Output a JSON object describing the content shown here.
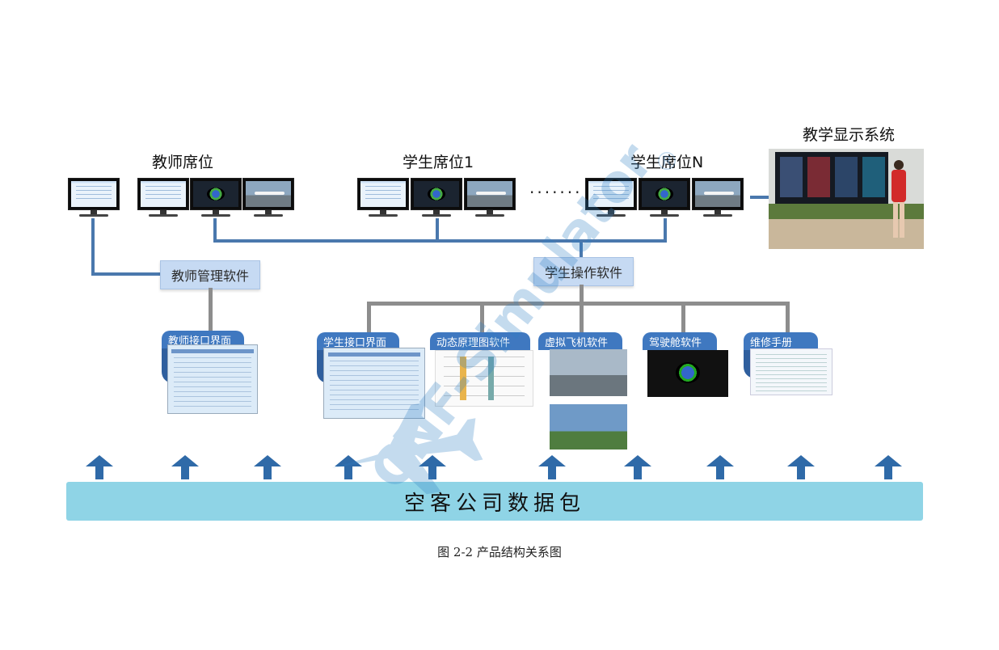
{
  "groups": {
    "teacher": "教师席位",
    "student1": "学生席位1",
    "studentN": "学生席位N",
    "display": "教学显示系统"
  },
  "ellipsis": "·······",
  "software": {
    "teacher_mgmt": "教师管理软件",
    "student_ops": "学生操作软件"
  },
  "modules": [
    {
      "label": "教师接口界面"
    },
    {
      "label": "学生接口界面"
    },
    {
      "label": "动态原理图软件"
    },
    {
      "label": "虚拟飞机软件"
    },
    {
      "label": "驾驶舱软件"
    },
    {
      "label": "维修手册"
    }
  ],
  "data_package": "空客公司数据包",
  "caption": "图 2-2 产品结构关系图",
  "watermark": {
    "text": "CNF-Simulator",
    "registered": "®"
  },
  "colors": {
    "blue_line": "#4a78ad",
    "label_fill": "#c6daf3",
    "card_blue": "#3f78c0",
    "data_bar": "#8fd4e6",
    "arrow": "#2f6aa8"
  },
  "icons": [
    "monitor-icon",
    "up-arrow-icon",
    "airplane-watermark-icon"
  ]
}
